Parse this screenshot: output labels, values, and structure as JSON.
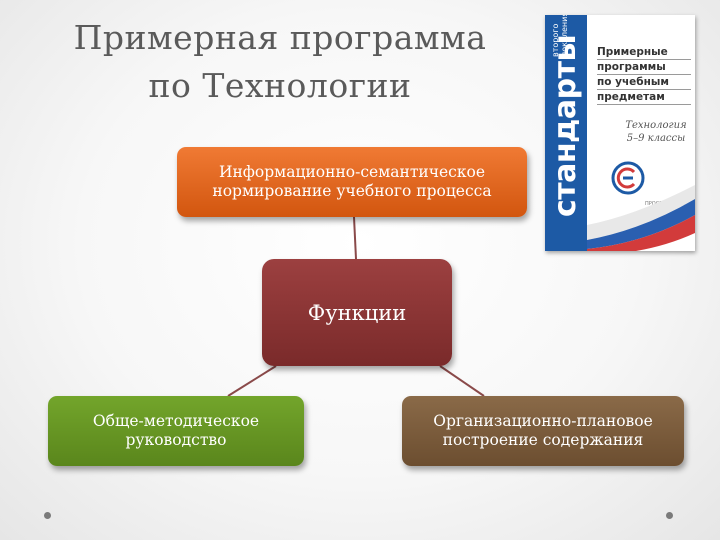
{
  "title": {
    "line1": "Примерная программа",
    "line2": "по Технологии"
  },
  "diagram": {
    "top_node": {
      "line1": "Информационно-семантическое",
      "line2": "нормирование учебного процесса"
    },
    "center_node": "Функции",
    "left_node": {
      "line1": "Обще-методическое",
      "line2": "руководство"
    },
    "right_node": {
      "line1": "Организационно-плановое",
      "line2": "построение содержания"
    },
    "colors": {
      "top": "#e0661f",
      "center": "#8b3535",
      "left": "#669a23",
      "right": "#7a5b3c"
    }
  },
  "book": {
    "spine_main": "стандарты",
    "spine_small_1": "второго",
    "spine_small_2": "поколения",
    "title_lines": [
      "Примерные",
      "программы",
      "по учебным",
      "предметам"
    ],
    "subject": "Технология",
    "grades": "5–9 классы",
    "publisher": "ПРОСВЕЩЕНИЕ",
    "logo_icon": "standards-logo-icon"
  }
}
